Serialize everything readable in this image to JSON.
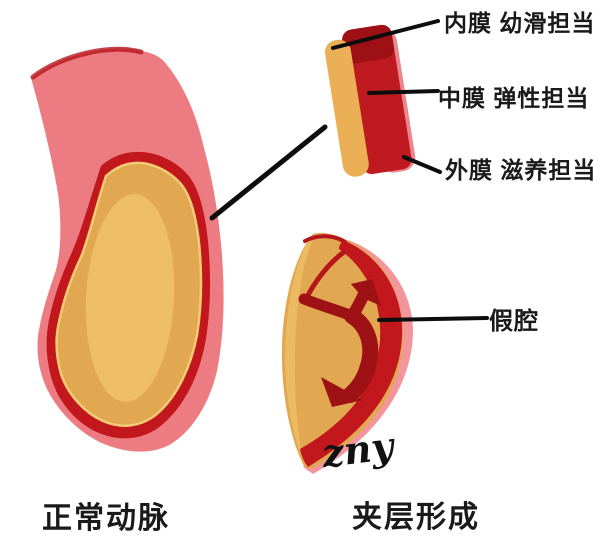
{
  "title": "artery-dissection-illustration",
  "annotations": {
    "intima": "内膜 幼滑担当",
    "media": "中膜 弹性担当",
    "adventitia": "外膜 滋养担当",
    "false_lumen": "假腔"
  },
  "captions": {
    "normal_artery": "正常动脉",
    "dissection": "夹层形成"
  },
  "signature": "zny",
  "icons": {
    "flow_arrow": "double-headed-curved-arrow"
  },
  "colors": {
    "artery_pink": "#ED7C82",
    "pink_fringe": "#F2969C",
    "wall_red": "#C2171D",
    "flap_red": "#B5161B",
    "dark_red": "#9E1115",
    "lumen_yellow": "#E2A751",
    "lumen_highlight": "#EDBE64",
    "lumen_edge": "#F2CC74",
    "layer_yellow": "#EBAF55",
    "layer_red": "#BE1A20",
    "layer_maroon": "#9C1016",
    "layer_pink": "#E9868E",
    "text": "#1A1A1A",
    "background": "#FFFFFF"
  }
}
